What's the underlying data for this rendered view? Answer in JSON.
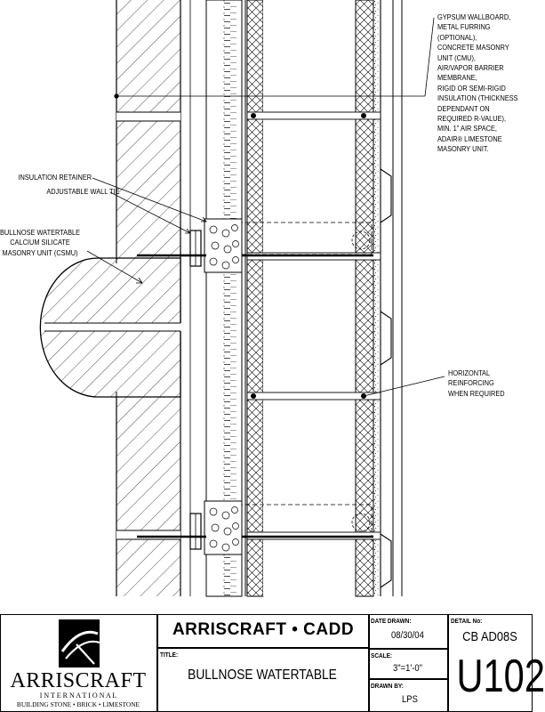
{
  "drawing": {
    "notes": {
      "assembly": "GYPSUM WALLBOARD,\nMETAL FURRING\n(OPTIONAL),\nCONCRETE MASONRY\nUNIT (CMU),\nAIR/VAPOR BARRIER\nMEMBRANE,\nRIGID OR SEMI-RIGID\nINSULATION (THICKNESS\nDEPENDANT ON\nREQUIRED R-VALUE),\nMIN. 1\" AIR SPACE,\nADAIR® LIMESTONE\nMASONRY UNIT.",
      "insulation_retainer": "INSULATION RETAINER",
      "wall_tie": "ADJUSTABLE WALL TIE",
      "csmu": "BULLNOSE WATERTABLE\nCALCIUM SILICATE\nMASONRY UNIT (CSMU)",
      "reinforcing": "HORIZONTAL\nREINFORCING\nWHEN REQUIRED"
    }
  },
  "title_block": {
    "logo_name": "ARRISCRAFT",
    "logo_sub": "I N T E R N A T I O N A L",
    "logo_tagline": "BUILDING STONE • BRICK • LIMESTONE",
    "company": "ARRISCRAFT • CADD",
    "title_label": "TITLE:",
    "title": "BULLNOSE WATERTABLE",
    "date_label": "DATE DRAWN:",
    "date": "08/30/04",
    "scale_label": "SCALE:",
    "scale": "3\"=1'-0\"",
    "drawn_label": "DRAWN BY:",
    "drawn_by": "LPS",
    "detail_label": "DETAIL No:",
    "detail_code": "CB AD08S",
    "detail_number": "U102"
  }
}
